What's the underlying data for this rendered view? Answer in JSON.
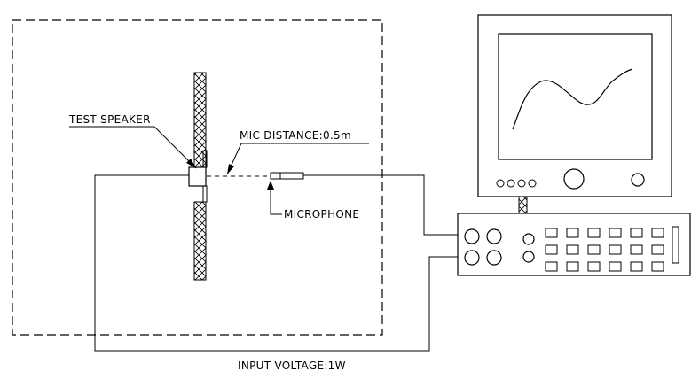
{
  "labels": {
    "test_speaker": "TEST SPEAKER",
    "mic_distance": "MIC DISTANCE:0.5m",
    "microphone": "MICROPHONE",
    "input_voltage": "INPUT VOLTAGE:1W"
  },
  "colors": {
    "line": "#000000",
    "background": "#ffffff"
  }
}
